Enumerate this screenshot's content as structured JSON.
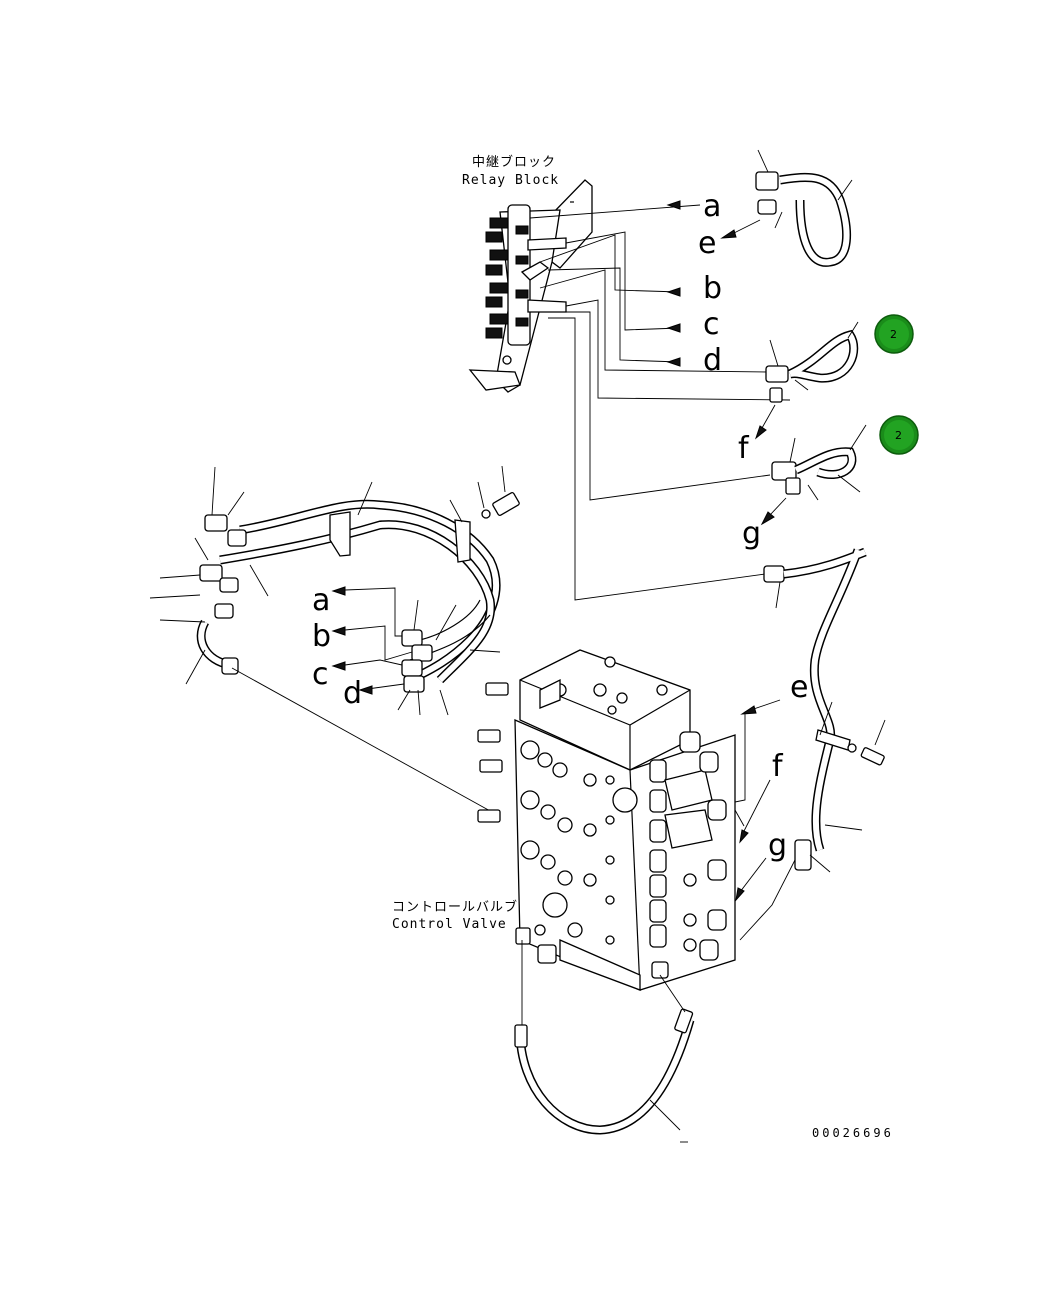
{
  "relay_block": {
    "label_jp": "中継ブロック",
    "label_en": "Relay Block"
  },
  "control_valve": {
    "label_jp": "コントロールバルブ",
    "label_en": "Control Valve"
  },
  "connection_letters": {
    "right_top": [
      "a",
      "e",
      "b",
      "c",
      "d"
    ],
    "right_mid": [
      "f",
      "g"
    ],
    "left": [
      "a",
      "b",
      "c",
      "d"
    ],
    "valve": [
      "e",
      "f",
      "g"
    ]
  },
  "badges": [
    {
      "text": "2",
      "color": "#1a8c1a"
    },
    {
      "text": "2",
      "color": "#1a8c1a"
    }
  ],
  "drawing_code": "00026696"
}
